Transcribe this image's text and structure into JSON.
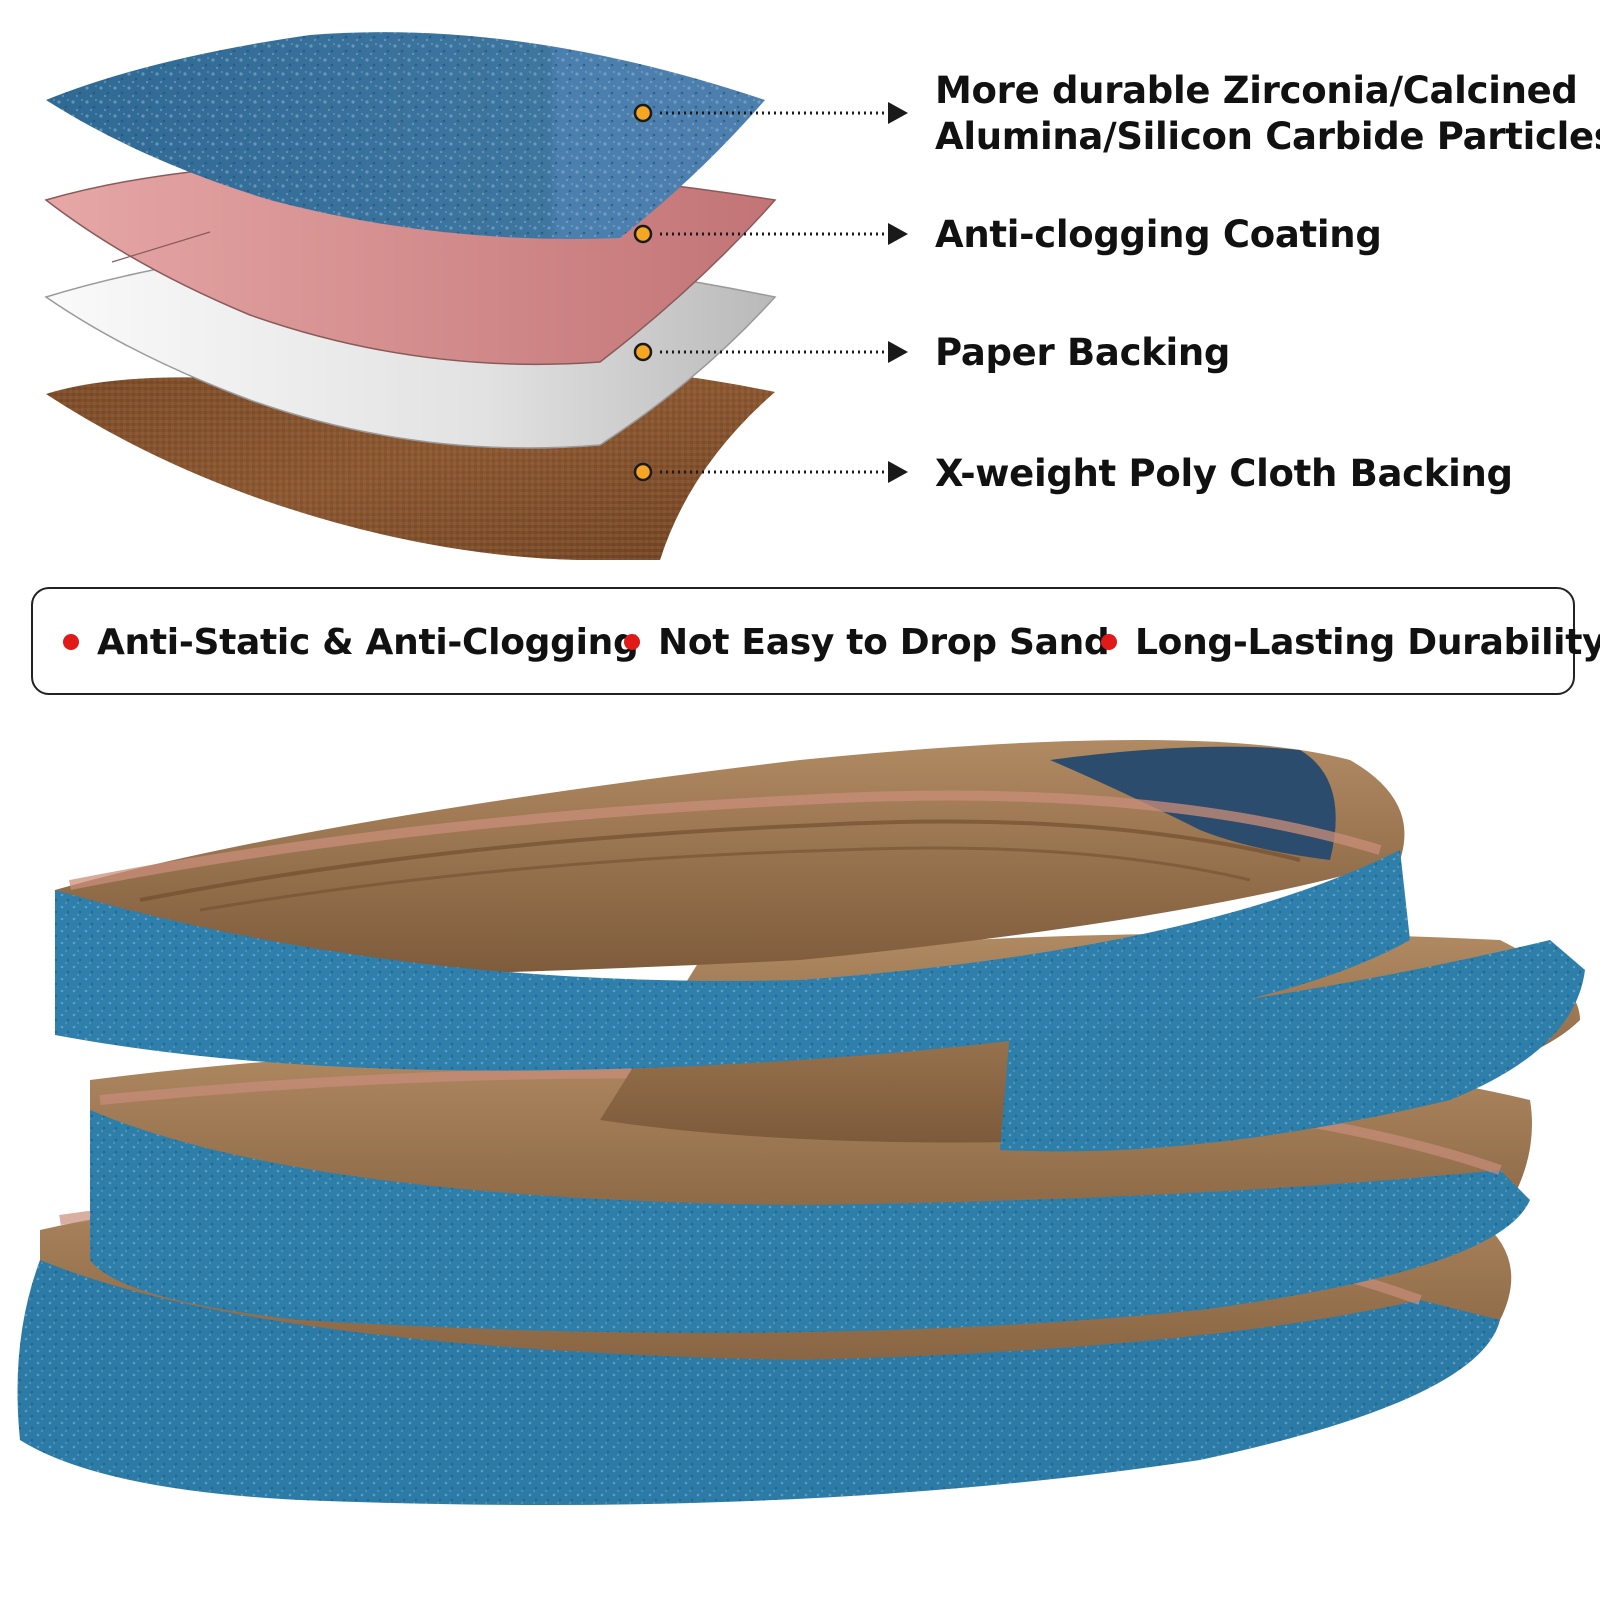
{
  "colors": {
    "grit_blue": "#3f78a0",
    "coating_pink": "#d98a8c",
    "paper_gray": "#e4e4e4",
    "cloth_brown": "#87552f",
    "marker_orange": "#f5a623",
    "bullet_red": "#e01919",
    "belt_blue": "#2c7ba6",
    "belt_inner": "#9a7552"
  },
  "layers": [
    {
      "id": "grit",
      "lines": [
        "More durable Zirconia/Calcined",
        "Alumina/Silicon Carbide Particles"
      ]
    },
    {
      "id": "coating",
      "lines": [
        "Anti-clogging Coating"
      ]
    },
    {
      "id": "paper",
      "lines": [
        "Paper Backing"
      ]
    },
    {
      "id": "cloth",
      "lines": [
        "X-weight Poly Cloth Backing"
      ]
    }
  ],
  "features": [
    {
      "text": "Anti-Static & Anti-Clogging",
      "icon": "red-dot-icon"
    },
    {
      "text": "Not Easy to Drop Sand",
      "icon": "red-dot-icon"
    },
    {
      "text": "Long-Lasting Durability",
      "icon": "red-dot-icon"
    }
  ]
}
